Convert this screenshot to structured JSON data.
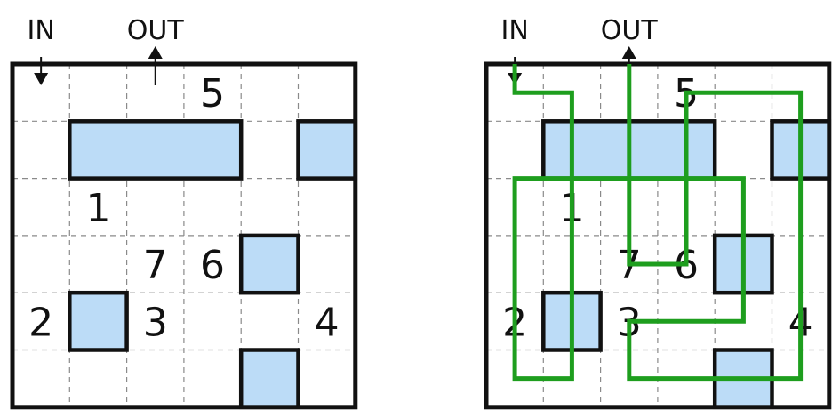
{
  "labels": {
    "in": "IN",
    "out": "OUT"
  },
  "colors": {
    "block_fill": "#bcdcf7",
    "path": "#1e9e1e",
    "grid_line": "#8a8a8a",
    "border": "#111111"
  },
  "grid": {
    "rows": 6,
    "cols": 6
  },
  "blocks": [
    {
      "row": 1,
      "col": 1,
      "rows": 1,
      "cols": 3
    },
    {
      "row": 1,
      "col": 5,
      "rows": 1,
      "cols": 1
    },
    {
      "row": 3,
      "col": 4,
      "rows": 1,
      "cols": 1
    },
    {
      "row": 4,
      "col": 1,
      "rows": 1,
      "cols": 1
    },
    {
      "row": 5,
      "col": 4,
      "rows": 1,
      "cols": 1
    }
  ],
  "numbers": [
    {
      "row": 0,
      "col": 3,
      "text": "5"
    },
    {
      "row": 2,
      "col": 1,
      "text": "1"
    },
    {
      "row": 3,
      "col": 2,
      "text": "7"
    },
    {
      "row": 3,
      "col": 3,
      "text": "6"
    },
    {
      "row": 4,
      "col": 0,
      "text": "2"
    },
    {
      "row": 4,
      "col": 2,
      "text": "3"
    },
    {
      "row": 4,
      "col": 5,
      "text": "4"
    }
  ],
  "entry": {
    "in_col": 0,
    "out_col": 2
  },
  "solution_path": [
    [
      0,
      -0.5
    ],
    [
      0,
      0
    ],
    [
      1,
      0
    ],
    [
      1,
      5
    ],
    [
      0,
      5
    ],
    [
      0,
      1.5
    ],
    [
      4,
      1.5
    ],
    [
      4,
      4
    ],
    [
      2,
      4
    ],
    [
      2,
      5
    ],
    [
      5,
      5
    ],
    [
      5,
      0
    ],
    [
      3,
      0
    ],
    [
      3,
      3
    ],
    [
      2,
      3
    ],
    [
      2,
      -0.5
    ]
  ]
}
